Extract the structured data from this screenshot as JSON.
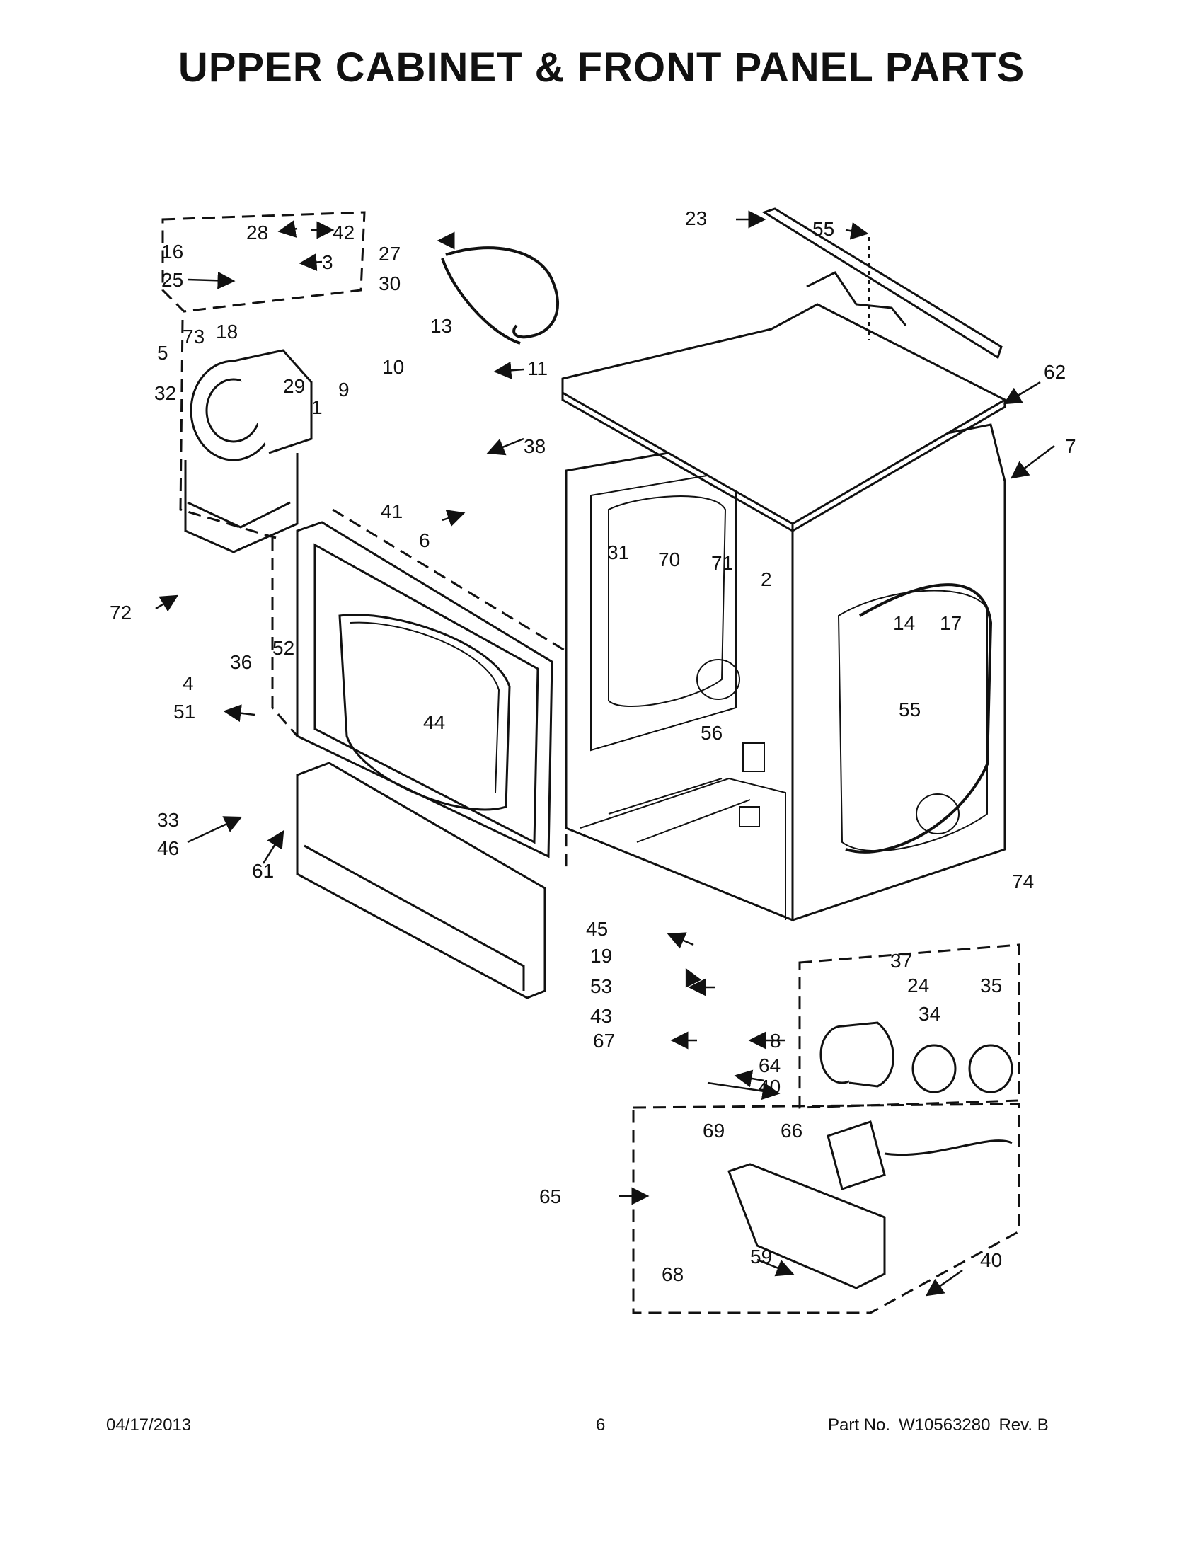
{
  "title": "UPPER CABINET & FRONT PANEL PARTS",
  "callouts": [
    "28",
    "42",
    "16",
    "3",
    "25",
    "27",
    "30",
    "5",
    "73",
    "18",
    "13",
    "32",
    "29",
    "9",
    "10",
    "11",
    "1",
    "38",
    "55",
    "23",
    "62",
    "7",
    "41",
    "6",
    "31",
    "70",
    "71",
    "2",
    "72",
    "36",
    "4",
    "52",
    "51",
    "14",
    "17",
    "55",
    "44",
    "56",
    "33",
    "46",
    "61",
    "74",
    "45",
    "19",
    "37",
    "53",
    "24",
    "35",
    "43",
    "34",
    "8",
    "67",
    "64",
    "40",
    "69",
    "66",
    "65",
    "68",
    "59",
    "40"
  ],
  "footer": {
    "date": "04/17/2013",
    "page": "6",
    "part_label": "Part No.",
    "part_number": "W10563280",
    "revision": "Rev. B"
  }
}
